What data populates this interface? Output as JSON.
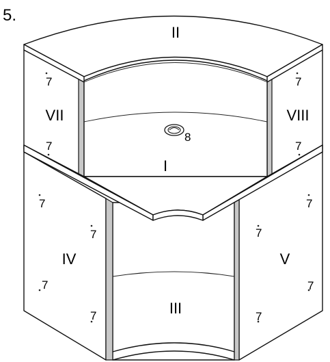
{
  "step_number": "5.",
  "panels": {
    "top_panel": "II",
    "desk_surface": "I",
    "bottom_back": "III",
    "left_lower_side": "IV",
    "right_lower_side": "V",
    "left_upper_side": "VII",
    "right_upper_side": "VIII"
  },
  "callouts": {
    "cam_screw": "7",
    "cable_grommet": "8"
  }
}
